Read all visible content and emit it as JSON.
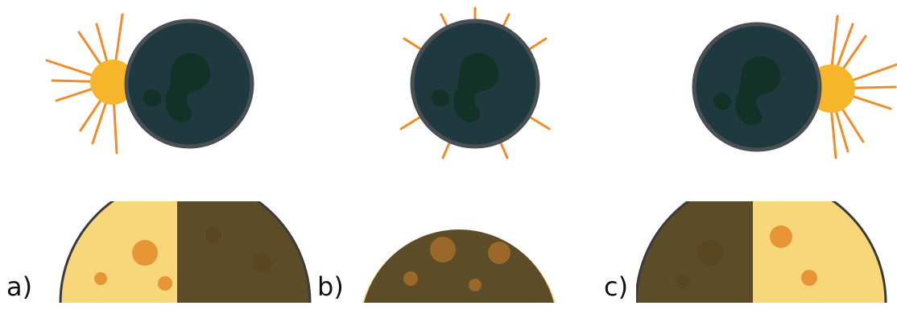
{
  "panels": [
    {
      "label": "a)",
      "sun_side": "left",
      "moon_light_side": "left"
    },
    {
      "label": "b)",
      "sun_side": "behind",
      "moon_light_side": "none"
    },
    {
      "label": "c)",
      "sun_side": "right",
      "moon_light_side": "right"
    }
  ],
  "colors": {
    "earth": "#1f3a3f",
    "earth_rim": "#4a4f55",
    "land": "#123127",
    "sun": "#f6b52a",
    "ray": "#f28c2a",
    "moon_light": "#f7d77a",
    "moon_dark": "#4a3d1e",
    "crater": "#e58a2a"
  }
}
